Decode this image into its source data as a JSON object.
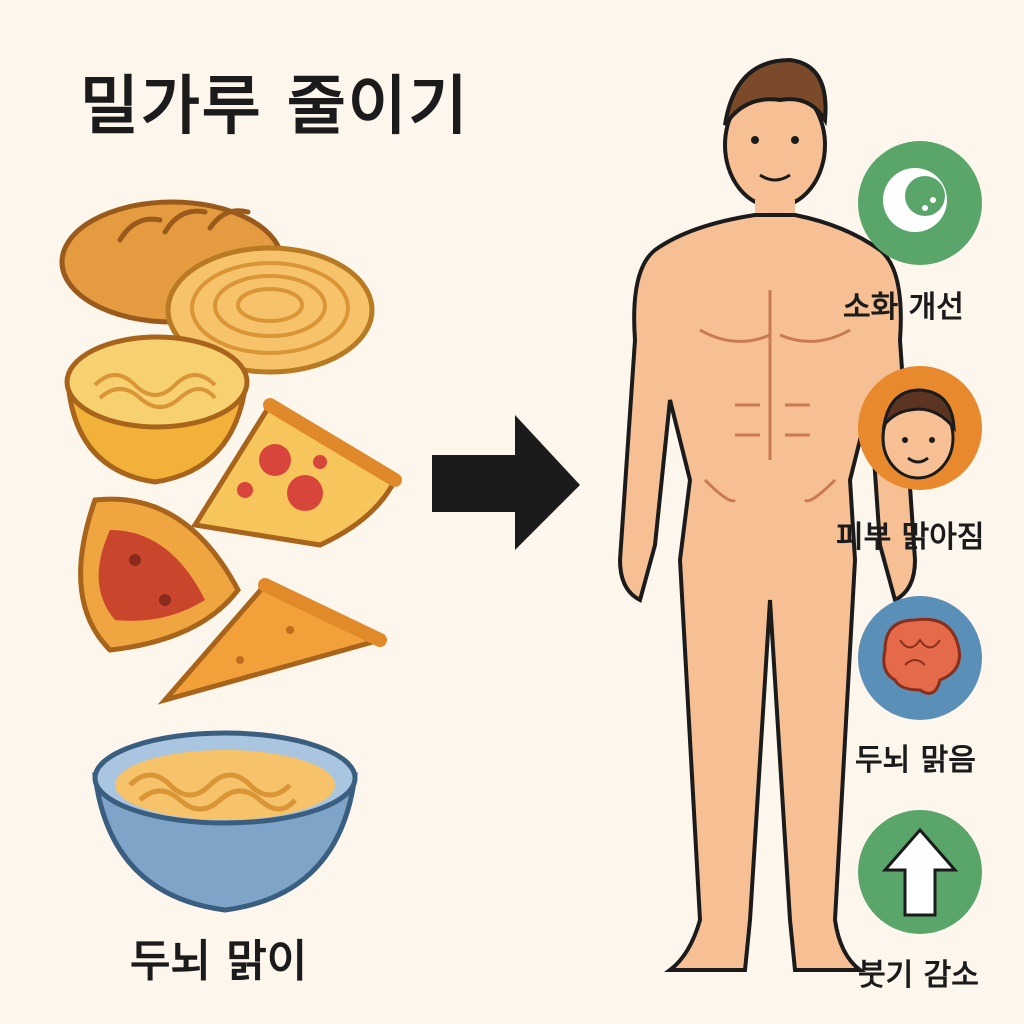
{
  "title": "밀가루 줄이기",
  "left_caption": "두뇌 맑이",
  "benefits": [
    {
      "label": "소화 개선",
      "icon": "stomach-icon",
      "color": "#5aa66a"
    },
    {
      "label": "피부 맑아짐",
      "icon": "face-icon",
      "color": "#e8892e"
    },
    {
      "label": "두뇌 맑음",
      "icon": "brain-icon",
      "color": "#5a8fb8"
    },
    {
      "label": "붓기 감소",
      "icon": "up-arrow-icon",
      "color": "#5aa66a"
    }
  ],
  "colors": {
    "background": "#fdf6ec",
    "skin": "#f6c094",
    "outline": "#1b1b1b",
    "food_orange": "#f2a03a"
  }
}
